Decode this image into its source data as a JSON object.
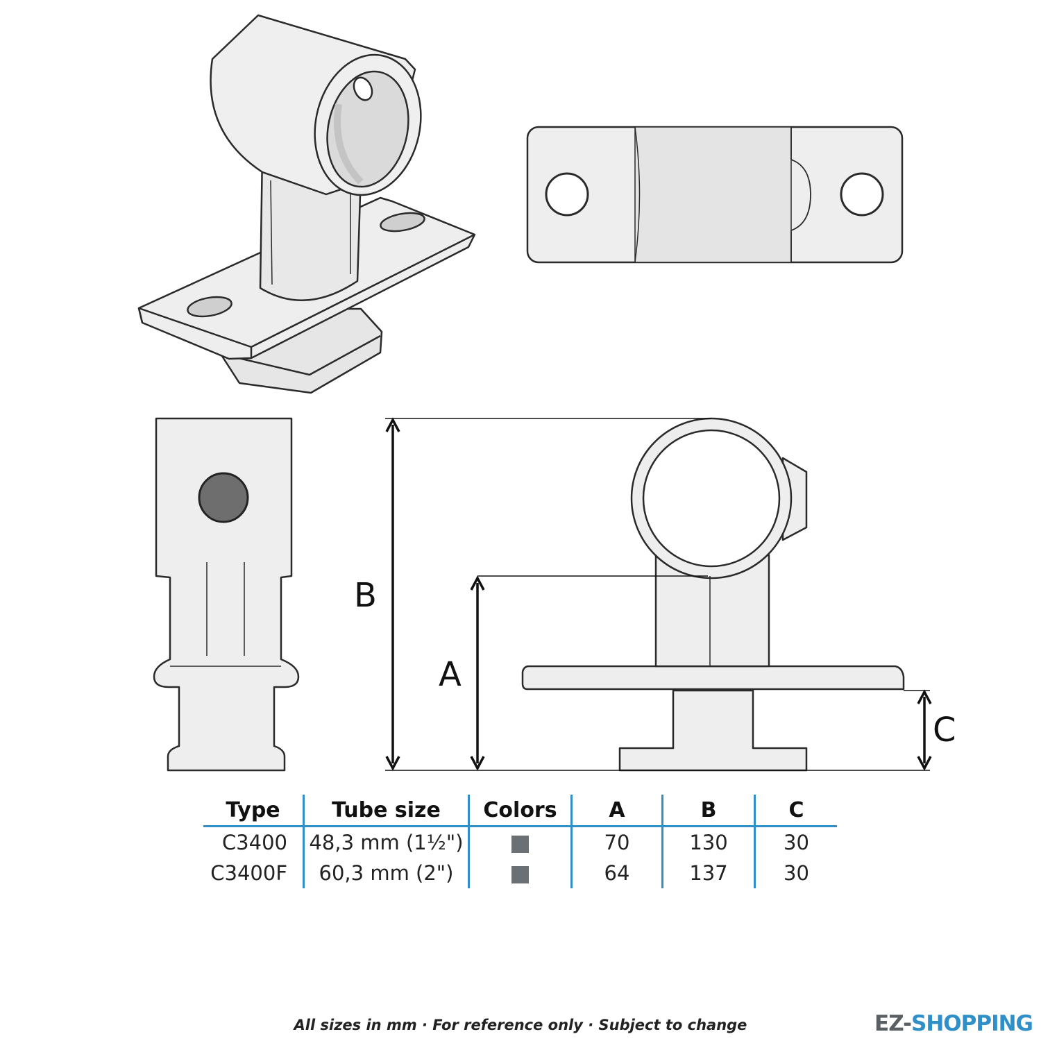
{
  "colors": {
    "part_fill": "#ececec",
    "part_stroke": "#2a2a2a",
    "accent": "#2f8fc6",
    "swatch_gray": "#6b7075",
    "brand_gray": "#5a5f63"
  },
  "dimension_labels": {
    "a": "A",
    "b": "B",
    "c": "C"
  },
  "table": {
    "headers": [
      "Type",
      "Tube size",
      "Colors",
      "A",
      "B",
      "C"
    ],
    "rows": [
      {
        "type": "C3400",
        "tube_size": "48,3 mm (1½\")",
        "color": "#6b7075",
        "a": "70",
        "b": "130",
        "c": "30"
      },
      {
        "type": "C3400F",
        "tube_size": "60,3 mm (2\")",
        "color": "#6b7075",
        "a": "64",
        "b": "137",
        "c": "30"
      }
    ]
  },
  "footer": {
    "note": "All sizes in mm · For reference only · Subject to change",
    "brand_part1": "EZ-",
    "brand_part2": "SHOPPING"
  }
}
